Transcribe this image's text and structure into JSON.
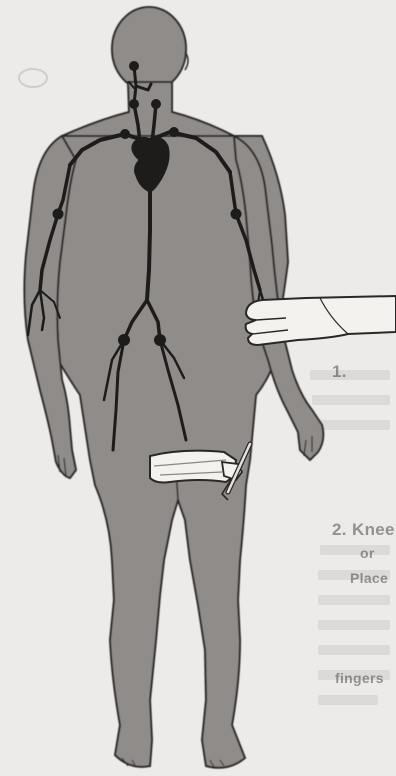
{
  "figure": {
    "subject": "human-body-arterial-circulation",
    "pressure_points": [
      "carotid",
      "subclavian-left",
      "subclavian-right",
      "brachial-left",
      "brachial-right",
      "femoral-left",
      "femoral-right"
    ],
    "icons": [
      "heart-icon",
      "hand-pressing-icon",
      "tourniquet-icon"
    ]
  },
  "bleed_through": {
    "numbers": [
      "1.",
      "2."
    ],
    "fragments": [
      "Kneel",
      "or",
      "Place",
      "fingers"
    ]
  },
  "colors": {
    "paper": "#ecebe9",
    "body_fill": "#8f8c8a",
    "vessel": "#1e1c1b",
    "outline": "#2a2827",
    "bandage": "#f4f2ef"
  }
}
